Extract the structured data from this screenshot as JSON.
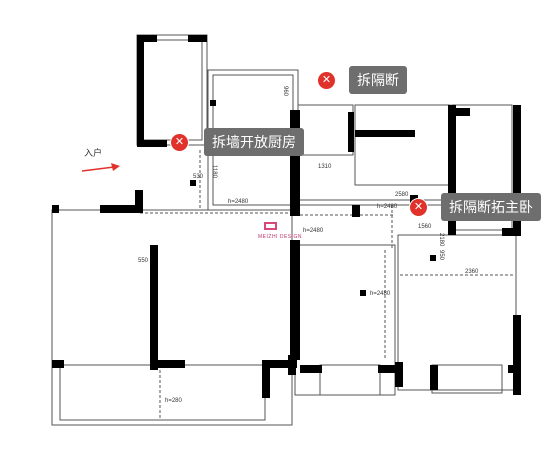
{
  "callouts": [
    {
      "label": "拆隔断"
    },
    {
      "label": "拆墙开放厨房"
    },
    {
      "label": "拆隔断拓主卧"
    }
  ],
  "entry": {
    "label": "入户"
  },
  "dimensions": {
    "d1310": "1310",
    "d530": "530",
    "d1180": "1180",
    "d2480a": "h=2480",
    "d2480b": "h=2480",
    "d2480c": "h=2480",
    "d2480d": "h=2480",
    "d2580": "2580",
    "d2360": "2360",
    "d550": "550",
    "d280": "h=280",
    "d960": "960",
    "d1560": "1560",
    "d2180": "2180",
    "d950": "950"
  },
  "brand": {
    "text": "MEIZHI DESIGN"
  },
  "colors": {
    "wall": "#000000",
    "line": "#555555",
    "marker": "#e0322b",
    "tag": "#6e6e6e",
    "arrow": "#e0322b"
  }
}
